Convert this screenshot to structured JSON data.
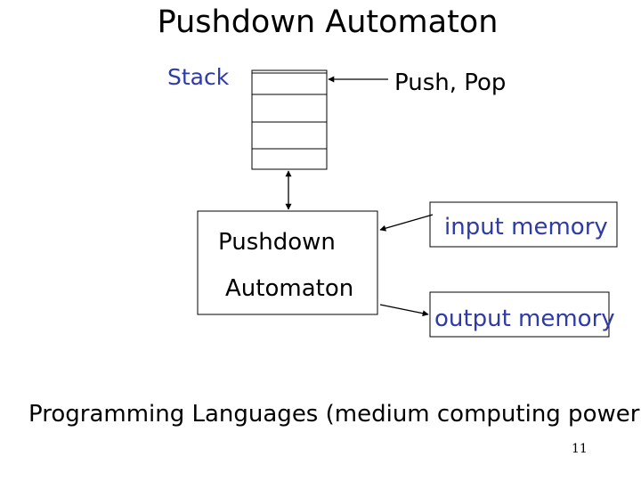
{
  "title": "Pushdown Automaton",
  "stack": {
    "label": "Stack",
    "cells": 5,
    "operations_label": "Push, Pop"
  },
  "automaton": {
    "line1": "Pushdown",
    "line2": "Automaton"
  },
  "input_memory": {
    "label": "input memory"
  },
  "output_memory": {
    "label": "output memory"
  },
  "footer": "Programming Languages  (medium computing power)",
  "page_number": "11",
  "colors": {
    "accent": "#2e3aa8",
    "line": "#000000"
  }
}
